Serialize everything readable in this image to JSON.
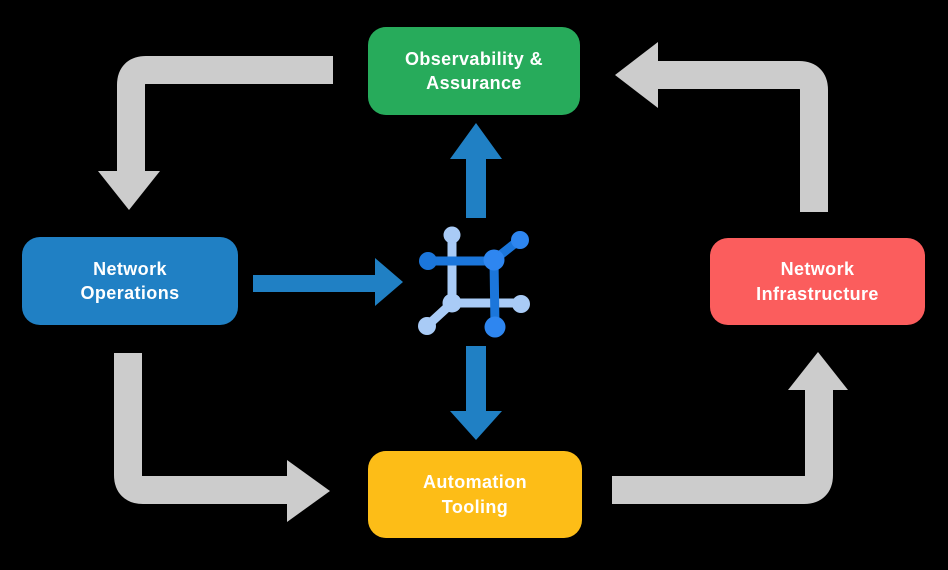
{
  "background": "#000000",
  "nodes": {
    "observability": {
      "line1": "Observability &",
      "line2": "Assurance",
      "color": "#27AB5B"
    },
    "operations": {
      "line1": "Network",
      "line2": "Operations",
      "color": "#2080C4"
    },
    "infrastructure": {
      "line1": "Network",
      "line2": "Infrastructure",
      "color": "#FB5D5D"
    },
    "automation": {
      "line1": "Automation",
      "line2": "Tooling",
      "color": "#FDBD17"
    }
  },
  "colors": {
    "arrow_gray": "#CCCCCC",
    "arrow_blue": "#2080C4",
    "icon_dark_blue": "#1B76DB",
    "icon_bright_blue": "#2E86F0",
    "icon_light_blue": "#A9CBF6",
    "text": "#FFFFFF"
  },
  "icon": {
    "name": "network-nodes-icon"
  },
  "arrows": [
    {
      "from": "observability",
      "to": "operations",
      "style": "gray-elbow"
    },
    {
      "from": "operations",
      "to": "automation",
      "style": "gray-elbow"
    },
    {
      "from": "automation",
      "to": "infrastructure",
      "style": "gray-elbow"
    },
    {
      "from": "infrastructure",
      "to": "observability",
      "style": "gray-elbow"
    },
    {
      "from": "operations",
      "to": "center-icon",
      "style": "blue-straight"
    },
    {
      "from": "center-icon",
      "to": "observability",
      "style": "blue-straight"
    },
    {
      "from": "center-icon",
      "to": "automation",
      "style": "blue-straight"
    }
  ]
}
